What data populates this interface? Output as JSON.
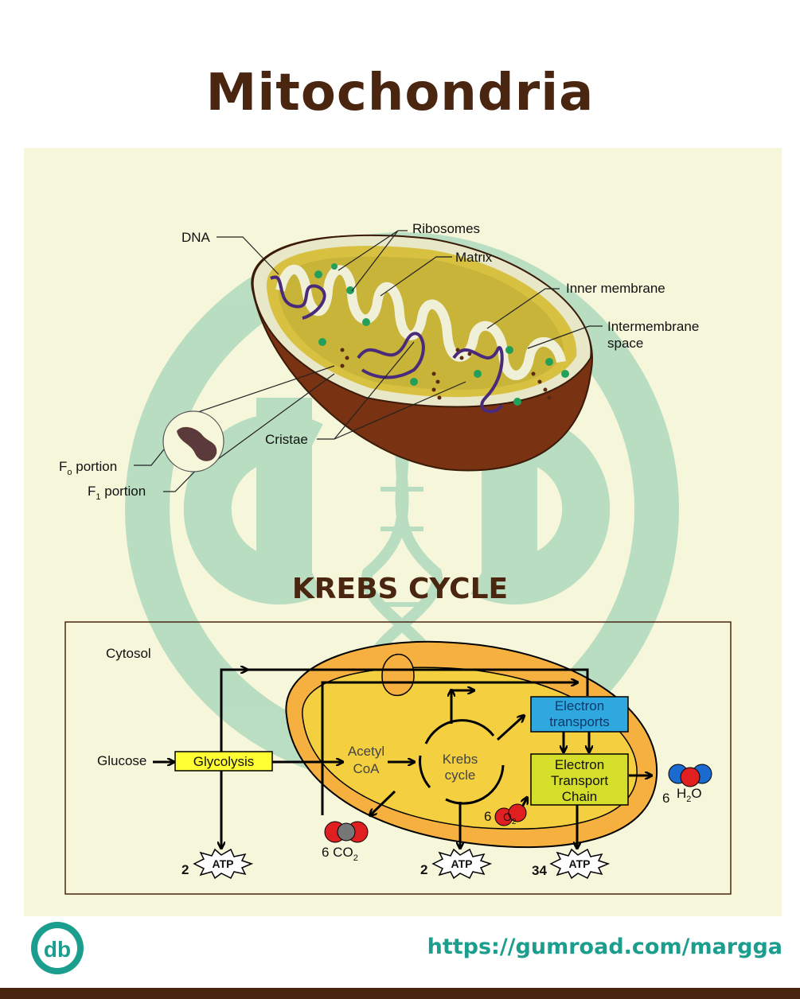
{
  "title": "Mitochondria",
  "structure_labels": {
    "dna": "DNA",
    "ribosomes": "Ribosomes",
    "matrix": "Matrix",
    "inner_membrane": "Inner membrane",
    "intermembrane_line1": "Intermembrane",
    "intermembrane_line2": "space",
    "cristae": "Cristae",
    "fo_main": "F",
    "fo_sub": "o",
    "fo_rest": " portion",
    "f1_main": "F",
    "f1_sub": "1",
    "f1_rest": " portion"
  },
  "krebs": {
    "title": "KREBS CYCLE",
    "cytosol": "Cytosol",
    "glucose": "Glucose",
    "glycolysis": "Glycolysis",
    "acetyl_line1": "Acetyl",
    "acetyl_line2": "CoA",
    "krebs_line1": "Krebs",
    "krebs_line2": "cycle",
    "electron_transports_line1": "Electron",
    "electron_transports_line2": "transports",
    "etc_line1": "Electron",
    "etc_line2": "Transport",
    "etc_line3": "Chain",
    "atp": "ATP",
    "atp_count_1": "2",
    "atp_count_2": "2",
    "atp_count_3": "34",
    "co2_coef": "6 CO",
    "co2_sub": "2",
    "o2_coef": "6",
    "o2_main": "O",
    "o2_sub": "2",
    "h2o_coef": "6",
    "h2o_h": "H",
    "h2o_sub": "2",
    "h2o_o": "O"
  },
  "url": "https://gumroad.com/margga",
  "colors": {
    "title": "#4a2510",
    "panel_bg": "#f6f6da",
    "watermark": "#b5dcc0",
    "outer_shell": "#7a3312",
    "matrix": "#c9b43a",
    "glycolysis_box": "#ffff33",
    "electron_transports_box": "#2fa8e0",
    "etc_box": "#d5de2a",
    "accent_teal": "#1c9e8e"
  }
}
